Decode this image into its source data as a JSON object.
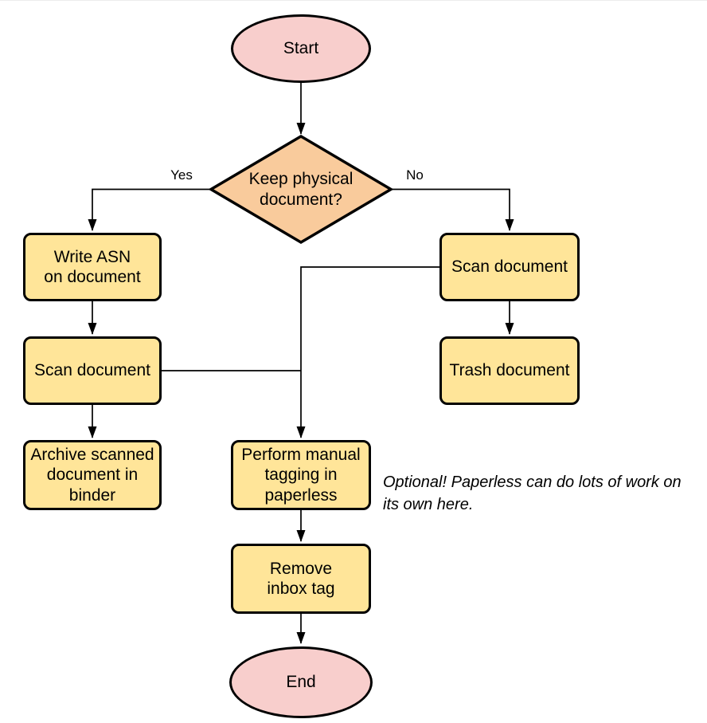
{
  "nodes": {
    "start": {
      "label": "Start",
      "type": "terminal"
    },
    "decision": {
      "label": "Keep physical\ndocument?",
      "type": "decision"
    },
    "write_asn": {
      "label": "Write ASN\non document",
      "type": "process"
    },
    "scan_left": {
      "label": "Scan document",
      "type": "process"
    },
    "archive": {
      "label": "Archive scanned\ndocument in\nbinder",
      "type": "process"
    },
    "scan_right": {
      "label": "Scan document",
      "type": "process"
    },
    "trash": {
      "label": "Trash document",
      "type": "process"
    },
    "tagging": {
      "label": "Perform manual\ntagging in\npaperless",
      "type": "process"
    },
    "remove_inbox": {
      "label": "Remove\ninbox tag",
      "type": "process"
    },
    "end": {
      "label": "End",
      "type": "terminal"
    }
  },
  "edge_labels": {
    "yes": "Yes",
    "no": "No"
  },
  "note": {
    "text": "Optional! Paperless can do lots of work on\nits own here."
  },
  "colors": {
    "terminal_fill": "#f8cecc",
    "decision_fill": "#f9cb9c",
    "process_fill": "#ffe599",
    "stroke": "#000000"
  }
}
